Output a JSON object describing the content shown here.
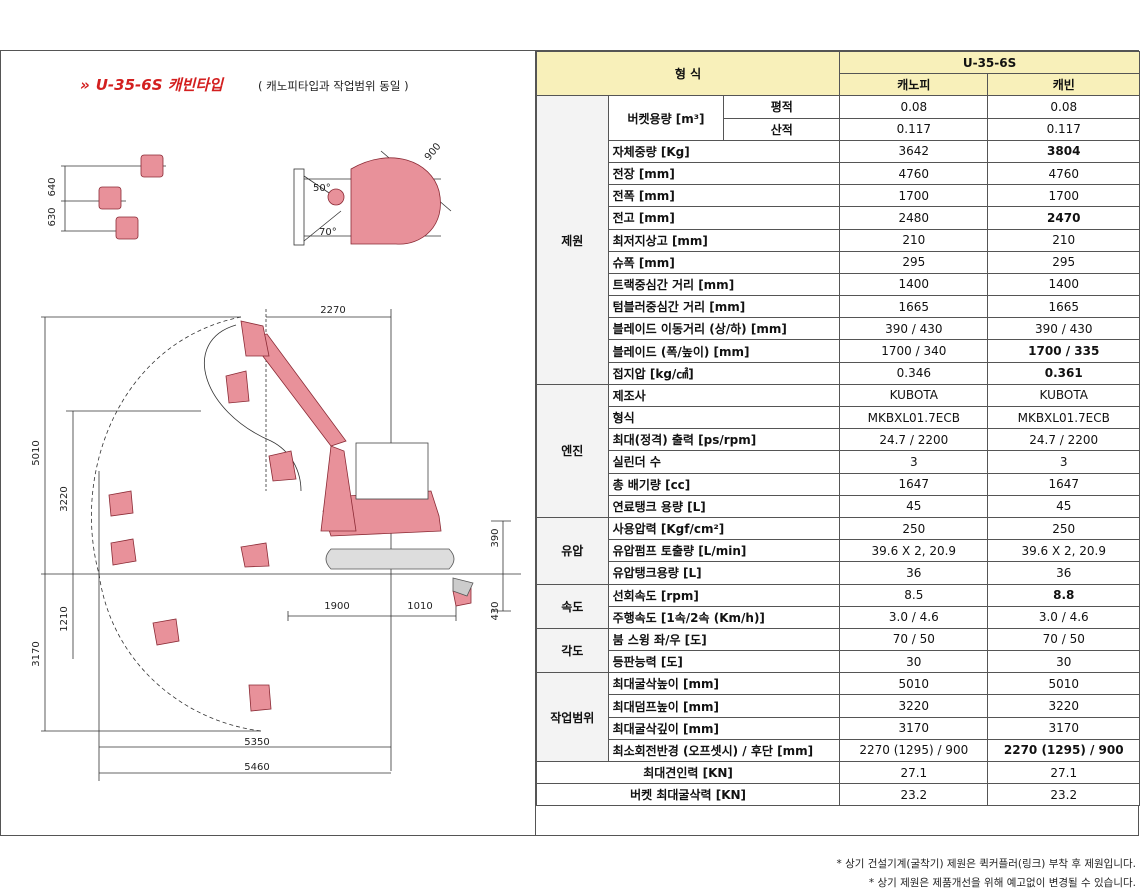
{
  "diagram": {
    "title": "U-35-6S 캐빈타입",
    "subtitle": "( 캐노피타입과 작업범위 동일 )",
    "dims": {
      "d640": "640",
      "d630": "630",
      "d900": "900",
      "d50": "50°",
      "d70": "70°",
      "d2270": "2270",
      "d5010": "5010",
      "d3220": "3220",
      "d1210": "1210",
      "d3170": "3170",
      "d1900": "1900",
      "d1010": "1010",
      "d390": "390",
      "d430": "430",
      "d5350": "5350",
      "d5460": "5460"
    }
  },
  "table": {
    "header": {
      "form": "형 식",
      "model": "U-35-6S",
      "col1": "캐노피",
      "col2": "캐빈"
    },
    "groups": [
      {
        "name": "제원",
        "rows": [
          {
            "label": "버켓용량 [m³]",
            "sub": "평적",
            "v1": "0.08",
            "v2": "0.08"
          },
          {
            "label": "",
            "sub": "산적",
            "v1": "0.117",
            "v2": "0.117"
          },
          {
            "label": "자체중량 [Kg]",
            "v1": "3642",
            "v2": "3804",
            "bold2": true
          },
          {
            "label": "전장 [mm]",
            "v1": "4760",
            "v2": "4760"
          },
          {
            "label": "전폭 [mm]",
            "v1": "1700",
            "v2": "1700"
          },
          {
            "label": "전고 [mm]",
            "v1": "2480",
            "v2": "2470",
            "bold2": true
          },
          {
            "label": "최저지상고 [mm]",
            "v1": "210",
            "v2": "210"
          },
          {
            "label": "슈폭 [mm]",
            "v1": "295",
            "v2": "295"
          },
          {
            "label": "트랙중심간 거리 [mm]",
            "v1": "1400",
            "v2": "1400"
          },
          {
            "label": "텀블러중심간 거리 [mm]",
            "v1": "1665",
            "v2": "1665"
          },
          {
            "label": "블레이드 이동거리 (상/하) [mm]",
            "v1": "390 / 430",
            "v2": "390 / 430"
          },
          {
            "label": "블레이드 (폭/높이) [mm]",
            "v1": "1700 / 340",
            "v2": "1700 / 335",
            "bold2": true
          },
          {
            "label": "접지압 [kg/㎠]",
            "v1": "0.346",
            "v2": "0.361",
            "bold2": true
          }
        ]
      },
      {
        "name": "엔진",
        "rows": [
          {
            "label": "제조사",
            "v1": "KUBOTA",
            "v2": "KUBOTA"
          },
          {
            "label": "형식",
            "v1": "MKBXL01.7ECB",
            "v2": "MKBXL01.7ECB"
          },
          {
            "label": "최대(정격) 출력 [ps/rpm]",
            "v1": "24.7 / 2200",
            "v2": "24.7 / 2200"
          },
          {
            "label": "실린더 수",
            "v1": "3",
            "v2": "3"
          },
          {
            "label": "총 배기량 [cc]",
            "v1": "1647",
            "v2": "1647"
          },
          {
            "label": "연료탱크 용량 [L]",
            "v1": "45",
            "v2": "45"
          }
        ]
      },
      {
        "name": "유압",
        "rows": [
          {
            "label": "사용압력 [Kgf/cm²]",
            "v1": "250",
            "v2": "250"
          },
          {
            "label": "유압펌프 토출량 [L/min]",
            "v1": "39.6 X 2, 20.9",
            "v2": "39.6 X 2, 20.9"
          },
          {
            "label": "유압탱크용량 [L]",
            "v1": "36",
            "v2": "36"
          }
        ]
      },
      {
        "name": "속도",
        "rows": [
          {
            "label": "선회속도 [rpm]",
            "v1": "8.5",
            "v2": "8.8",
            "bold2": true
          },
          {
            "label": "주행속도 [1속/2속 (Km/h)]",
            "v1": "3.0 / 4.6",
            "v2": "3.0 / 4.6"
          }
        ]
      },
      {
        "name": "각도",
        "rows": [
          {
            "label": "붐 스윙 좌/우 [도]",
            "v1": "70 / 50",
            "v2": "70 / 50"
          },
          {
            "label": "등판능력 [도]",
            "v1": "30",
            "v2": "30"
          }
        ]
      },
      {
        "name": "작업범위",
        "rows": [
          {
            "label": "최대굴삭높이 [mm]",
            "v1": "5010",
            "v2": "5010"
          },
          {
            "label": "최대덤프높이 [mm]",
            "v1": "3220",
            "v2": "3220"
          },
          {
            "label": "최대굴삭깊이 [mm]",
            "v1": "3170",
            "v2": "3170"
          },
          {
            "label": "최소회전반경 (오프셋시) / 후단 [mm]",
            "v1": "2270 (1295) / 900",
            "v2": "2270 (1295) / 900",
            "bold2": true
          }
        ]
      }
    ],
    "footer_rows": [
      {
        "label": "최대견인력 [KN]",
        "v1": "27.1",
        "v2": "27.1"
      },
      {
        "label": "버켓 최대굴삭력 [KN]",
        "v1": "23.2",
        "v2": "23.2"
      }
    ]
  },
  "notes": [
    "* 상기 건설기계(굴착기) 제원은 퀵커플러(링크) 부착 후 제원입니다.",
    "* 상기 제원은 제품개선을 위해 예고없이 변경될 수 있습니다."
  ]
}
